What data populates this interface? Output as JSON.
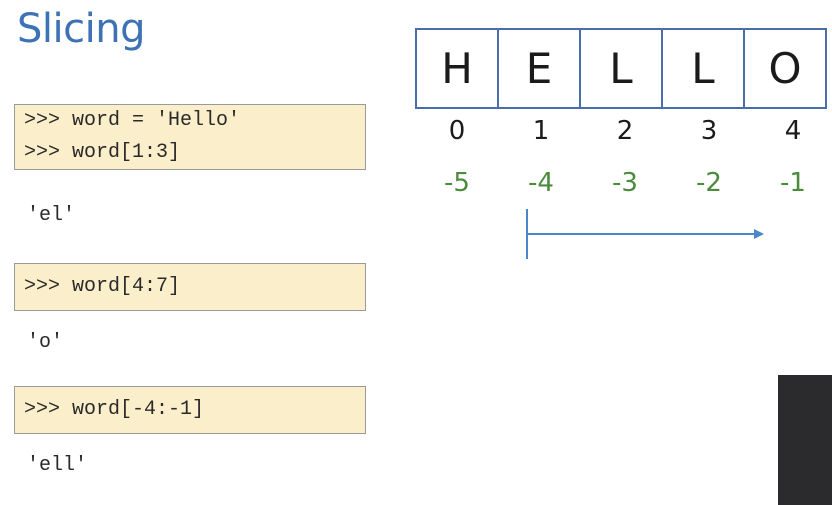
{
  "title": "Slicing",
  "examples": [
    {
      "code": [
        ">>> word = 'Hello'",
        ">>> word[1:3]"
      ],
      "output": "'el'"
    },
    {
      "code": [
        ">>> word[4:7]"
      ],
      "output": "'o'"
    },
    {
      "code": [
        ">>> word[-4:-1]"
      ],
      "output": "'ell'"
    }
  ],
  "diagram": {
    "letters": [
      "H",
      "E",
      "L",
      "L",
      "O"
    ],
    "positive_indices": [
      "0",
      "1",
      "2",
      "3",
      "4"
    ],
    "negative_indices": [
      "-5",
      "-4",
      "-3",
      "-2",
      "-1"
    ]
  },
  "colors": {
    "title": "#3d72b4",
    "code_background": "#fbeecb",
    "box_border": "#4a6fa8",
    "negative_index": "#4b8b3b",
    "arrow": "#4a86c8"
  }
}
